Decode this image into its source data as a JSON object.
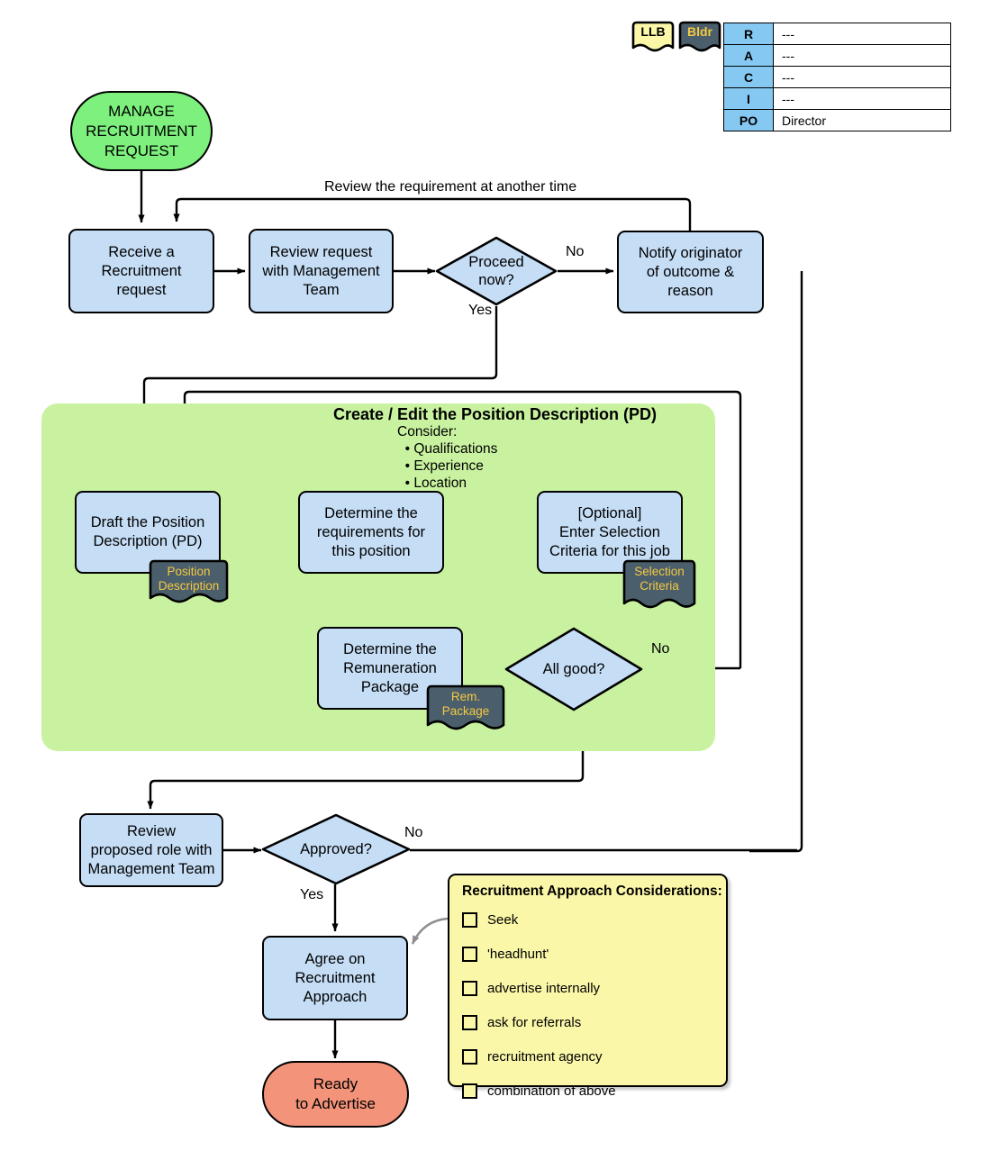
{
  "diagram": {
    "title": "Manage Recruitment Request flowchart",
    "colors": {
      "process": "#c5ddf5",
      "start": "#7df07d",
      "end": "#f2937a",
      "group": "#c9f2a0",
      "note_yellow": "#fbf7a8",
      "tag_dark": "#4a5f6b",
      "tag_text": "#f5c842",
      "raci_key": "#85c8f2"
    }
  },
  "legend": {
    "notes": [
      {
        "label": "LLB",
        "style": "yellow"
      },
      {
        "label": "Bldr",
        "style": "dark"
      }
    ]
  },
  "raci": {
    "rows": [
      {
        "key": "R",
        "value": "---"
      },
      {
        "key": "A",
        "value": "---"
      },
      {
        "key": "C",
        "value": "---"
      },
      {
        "key": "I",
        "value": "---"
      },
      {
        "key": "PO",
        "value": "Director"
      }
    ]
  },
  "nodes": {
    "start": {
      "text": "MANAGE\nRECRUITMENT\nREQUEST"
    },
    "receive": {
      "text": "Receive a\nRecruitment\nrequest"
    },
    "review_mgmt": {
      "text": "Review request\nwith Management\nTeam"
    },
    "proceed": {
      "text": "Proceed\nnow?"
    },
    "notify": {
      "text": "Notify originator\nof outcome &\nreason"
    },
    "draft_pd": {
      "text": "Draft the Position\nDescription (PD)"
    },
    "determine_req": {
      "text": "Determine the\nrequirements for\nthis position"
    },
    "selection": {
      "text": "[Optional]\nEnter Selection\nCriteria for this job"
    },
    "remuneration": {
      "text": "Determine the\nRemuneration\nPackage"
    },
    "allgood": {
      "text": "All good?"
    },
    "review_role": {
      "text": "Review\nproposed role with\nManagement Team"
    },
    "approved": {
      "text": "Approved?"
    },
    "agree": {
      "text": "Agree on\nRecruitment\nApproach"
    },
    "ready": {
      "text": "Ready\nto Advertise"
    }
  },
  "group": {
    "title": "Create / Edit the Position Description  (PD)",
    "consider": "Consider:\n  • Qualifications\n  • Experience\n  • Location"
  },
  "tags": [
    {
      "id": "position-description",
      "text": "Position\nDescription"
    },
    {
      "id": "selection-criteria",
      "text": "Selection\nCriteria"
    },
    {
      "id": "rem-package",
      "text": "Rem.\nPackage"
    }
  ],
  "edge_labels": {
    "review_another_time": "Review the requirement at another time",
    "proceed_no": "No",
    "proceed_yes": "Yes",
    "allgood_no": "No",
    "approved_no": "No",
    "approved_yes": "Yes"
  },
  "considerations": {
    "title": "Recruitment Approach Considerations:",
    "items": [
      "Seek",
      "'headhunt'",
      "advertise internally",
      "ask for referrals",
      "recruitment agency",
      "combination of above"
    ]
  }
}
